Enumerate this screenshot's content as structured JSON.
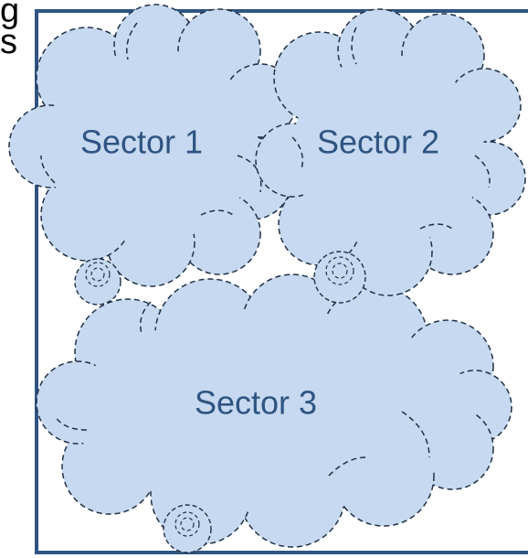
{
  "diagram": {
    "edge_text": [
      "g",
      "s"
    ],
    "colors": {
      "sector_fill": "#c6d9f0",
      "sector_outline": "#1f3046",
      "label": "#2f5481",
      "boundary": "#2f5481"
    },
    "sectors": [
      {
        "id": "sector-1",
        "label": "Sector 1"
      },
      {
        "id": "sector-2",
        "label": "Sector 2"
      },
      {
        "id": "sector-3",
        "label": "Sector 3"
      }
    ]
  }
}
